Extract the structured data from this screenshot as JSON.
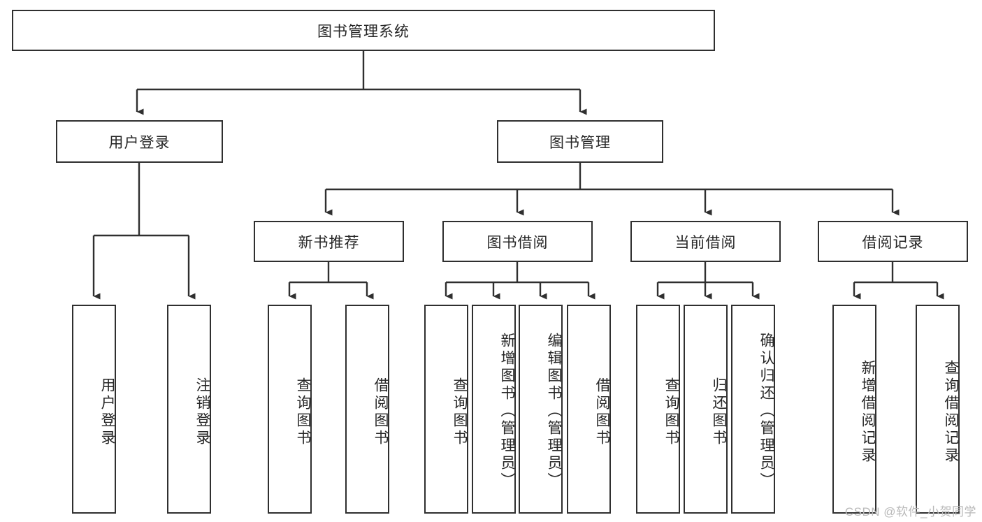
{
  "diagram": {
    "title_node": {
      "label": "图书管理系统"
    },
    "level2": [
      {
        "id": "user-login",
        "label": "用户登录"
      },
      {
        "id": "book-manage",
        "label": "图书管理"
      }
    ],
    "level3": [
      {
        "id": "new-book-recommend",
        "label": "新书推荐"
      },
      {
        "id": "book-borrow",
        "label": "图书借阅"
      },
      {
        "id": "current-borrow",
        "label": "当前借阅"
      },
      {
        "id": "borrow-record",
        "label": "借阅记录"
      }
    ],
    "leaves": {
      "user_login": [
        {
          "id": "leaf-user-login",
          "label": "用户登录"
        },
        {
          "id": "leaf-user-logout",
          "label": "注销登录"
        }
      ],
      "new_book_recommend": [
        {
          "id": "leaf-query-book-1",
          "label": "查询图书"
        },
        {
          "id": "leaf-borrow-book-1",
          "label": "借阅图书"
        }
      ],
      "book_borrow": [
        {
          "id": "leaf-query-book-2",
          "label": "查询图书"
        },
        {
          "id": "leaf-add-book",
          "label": "新增图书（管理员）"
        },
        {
          "id": "leaf-edit-book",
          "label": "编辑图书（管理员）"
        },
        {
          "id": "leaf-borrow-book-2",
          "label": "借阅图书"
        }
      ],
      "current_borrow": [
        {
          "id": "leaf-query-book-3",
          "label": "查询图书"
        },
        {
          "id": "leaf-return-book",
          "label": "归还图书"
        },
        {
          "id": "leaf-confirm-return",
          "label": "确认归还（管理员）"
        }
      ],
      "borrow_record": [
        {
          "id": "leaf-add-record",
          "label": "新增借阅记录"
        },
        {
          "id": "leaf-query-record",
          "label": "查询借阅记录"
        }
      ]
    },
    "watermark": "CSDN @软件_小贺同学",
    "colors": {
      "stroke": "#2f2f2f",
      "text": "#262626",
      "background": "#ffffff",
      "watermark": "#b9b9b9"
    }
  }
}
